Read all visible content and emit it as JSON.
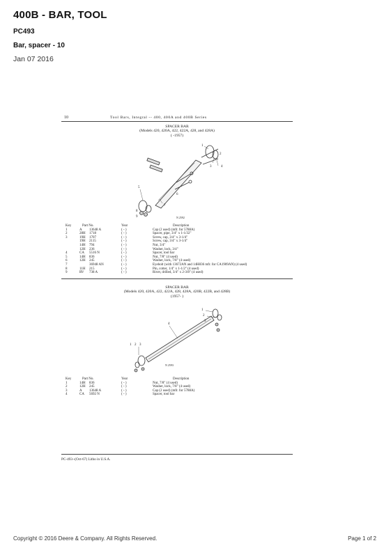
{
  "header": {
    "title": "400B - BAR, TOOL",
    "code": "PC493",
    "subtitle": "Bar, spacer - 10",
    "date": "Jan 07 2016"
  },
  "scan": {
    "page_number": "10",
    "running_head": "Tool Bars, Integral -- 400, 400A and 400B Series",
    "section1": {
      "title": "SPACER BAR",
      "models": "(Models 420, 420A, 422, 422A, 428, and 428A)",
      "years": "(      -1957)",
      "figure_label": "N 2592",
      "callouts": [
        "1",
        "2",
        "3",
        "4",
        "5",
        "6",
        "7",
        "8",
        "9"
      ]
    },
    "table_headers": {
      "key": "Key",
      "part_no": "Part No.",
      "year": "Year",
      "description": "Description"
    },
    "parts1": [
      {
        "key": "1",
        "prefix": "A",
        "number": "13648 A",
        "year": "(   -   )",
        "description": "Cap (2 used) (mfr. for 5788A)"
      },
      {
        "key": "2",
        "prefix": "28H",
        "number": "1718",
        "year": "(   -   )",
        "description": "Spacer, pipe, 3/4\" x 1-1/32\""
      },
      {
        "key": "3",
        "prefix": "19H",
        "number": "1707",
        "year": "(   -   )",
        "description": "Screw, cap, 3/4\" x 3-1/4\""
      },
      {
        "key": "",
        "prefix": "19H",
        "number": "2115",
        "year": "(   -   )",
        "description": "Screw, cap, 3/4\" x 3-1/4\""
      },
      {
        "key": "",
        "prefix": "14H",
        "number": "794",
        "year": "(   -   )",
        "description": "Nut, 3/4\""
      },
      {
        "key": "",
        "prefix": "12H",
        "number": "236",
        "year": "(   -   )",
        "description": "Washer, lock, 3/4\""
      },
      {
        "key": "4",
        "prefix": "CA",
        "number": "5516 N",
        "year": "(   -   )",
        "description": "Spacer, tool bar"
      },
      {
        "key": "5",
        "prefix": "14H",
        "number": "836",
        "year": "(   -   )",
        "description": "Nut, 7/8\" (4 used)"
      },
      {
        "key": "6",
        "prefix": "12H",
        "number": "245",
        "year": "(   -   )",
        "description": "Washer, lock, 7/8\" (4 used)"
      },
      {
        "key": "7",
        "prefix": "",
        "number": "36948 AN",
        "year": "(   -   )",
        "description": "Eyebolt (with 13672AN and 14H836 mfr. for CA1909AN) (4 used)"
      },
      {
        "key": "8",
        "prefix": "11H",
        "number": "215",
        "year": "(   -   )",
        "description": "Pin, cotter, 1/4\" x 1-1/2\" (4 used)"
      },
      {
        "key": "9",
        "prefix": "RV",
        "number": "738 A",
        "year": "(   -   )",
        "description": "Rivet, drilled, 3/4\" x 2-3/8\" (4 used)"
      }
    ],
    "section2": {
      "title": "SPACER BAR",
      "models": "(Models 420, 420A, 422, 422A, 428, 428A, 420B, 422B, and 428B)",
      "years": "(1957-      )",
      "figure_label": "N 2593",
      "callouts": [
        "1",
        "2",
        "3",
        "4",
        "1",
        "2",
        "3"
      ]
    },
    "parts2": [
      {
        "key": "1",
        "prefix": "14H",
        "number": "836",
        "year": "(   -   )",
        "description": "Nut, 7/8\" (4 used)"
      },
      {
        "key": "2",
        "prefix": "12H",
        "number": "245",
        "year": "(   -   )",
        "description": "Washer, lock, 7/8\" (4 used)"
      },
      {
        "key": "3",
        "prefix": "A",
        "number": "13648 A",
        "year": "(   -   )",
        "description": "Cap (2 used) (mfr. for 5788A)"
      },
      {
        "key": "4",
        "prefix": "CA",
        "number": "5692 N",
        "year": "(   -   )",
        "description": "Spacer, tool bar"
      }
    ],
    "footer_note": "PC-493--(Oct-67)   Litho in U.S.A."
  },
  "footer": {
    "copyright": "Copyright © 2016 Deere & Company. All Rights Reserved.",
    "page": "Page 1 of 2"
  }
}
